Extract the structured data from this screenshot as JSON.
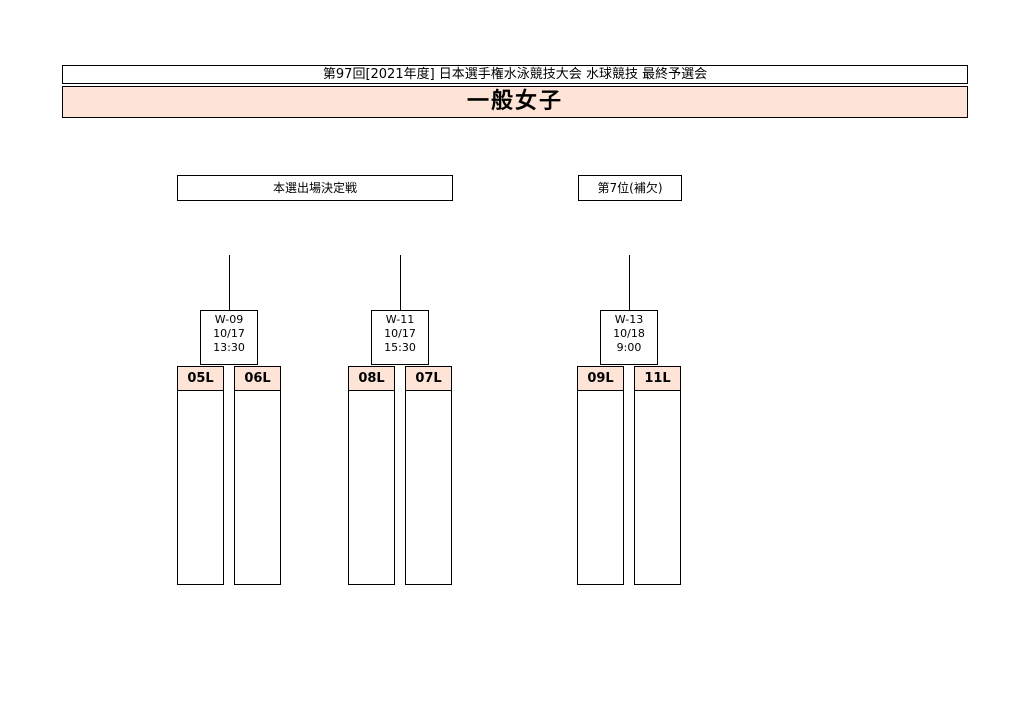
{
  "header": {
    "title": "第97回[2021年度] 日本選手権水泳競技大会 水球競技 最終予選会",
    "category": "一般女子"
  },
  "rounds": {
    "main": "本選出場決定戦",
    "seventh": "第7位(補欠)"
  },
  "matches": [
    {
      "id": "W-09",
      "date": "10/17",
      "time": "13:30",
      "teams": [
        "05L",
        "06L"
      ]
    },
    {
      "id": "W-11",
      "date": "10/17",
      "time": "15:30",
      "teams": [
        "08L",
        "07L"
      ]
    },
    {
      "id": "W-13",
      "date": "10/18",
      "time": "9:00",
      "teams": [
        "09L",
        "11L"
      ]
    }
  ],
  "colors": {
    "accent_fill": "#fde4d7",
    "border": "#000000"
  }
}
